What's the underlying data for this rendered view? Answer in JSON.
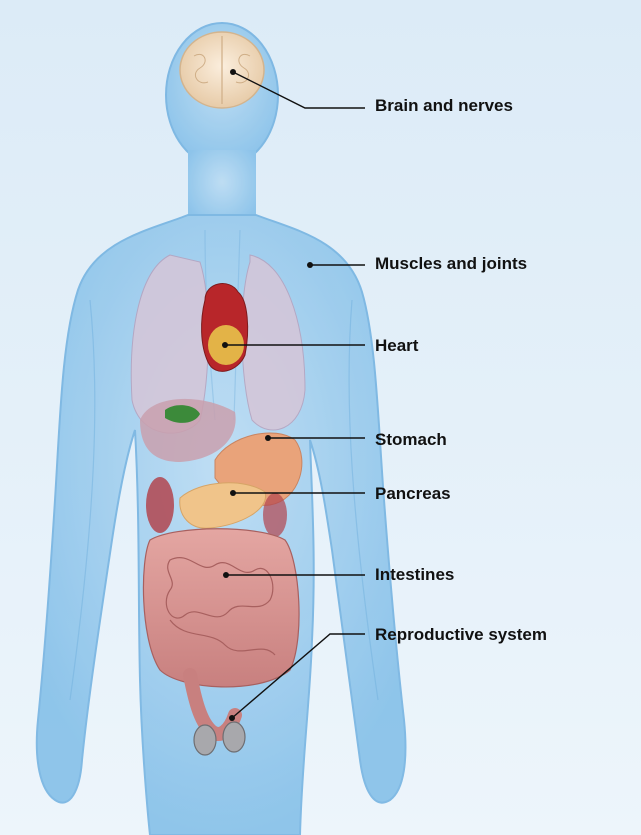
{
  "labels": [
    "Brain and nerves",
    "Muscles and joints",
    "Heart",
    "Stomach",
    "Pancreas",
    "Intestines",
    "Reproductive system"
  ],
  "colors": {
    "background": "#e4f0f9",
    "body_fill": "#8cc4eb",
    "body_outline": "#6fb0e0",
    "brain": "#f1dcc0",
    "lungs": "#d6c6d8",
    "heart": "#b8262a",
    "stomach": "#e9a37a",
    "pancreas": "#f0c48a",
    "liver": "#c9838c",
    "intestines": "#d48f8c",
    "gallbladder": "#3c8a3a",
    "leader_line": "#111111"
  }
}
